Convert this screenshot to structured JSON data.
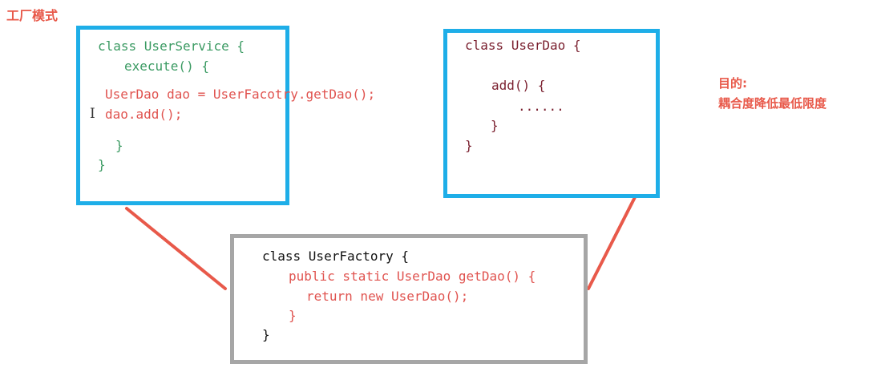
{
  "title": "工厂模式",
  "goal": {
    "heading": "目的:",
    "text": "耦合度降低最低限度"
  },
  "user_service": {
    "line1": "class UserService {",
    "line2": "execute() {",
    "line3": "UserDao dao = UserFacotry.getDao();",
    "line4": "dao.add();",
    "line5": "}",
    "line6": "}"
  },
  "user_dao": {
    "line1": "class UserDao {",
    "line2": "add() {",
    "line3": "......",
    "line4": "}",
    "line5": "}"
  },
  "user_factory": {
    "line1": "class UserFactory {",
    "line2": "public static UserDao getDao() {",
    "line3": "return new UserDao();",
    "line4": "}",
    "line5": "}"
  },
  "cursor_glyph": "I",
  "colors": {
    "title": "#e8594a",
    "box_blue": "#1eaee8",
    "box_gray": "#a6a6a6",
    "connector": "#e8594a",
    "code_green": "#3a9a62",
    "code_red": "#e0534f",
    "code_dark": "#7a1f2e"
  }
}
